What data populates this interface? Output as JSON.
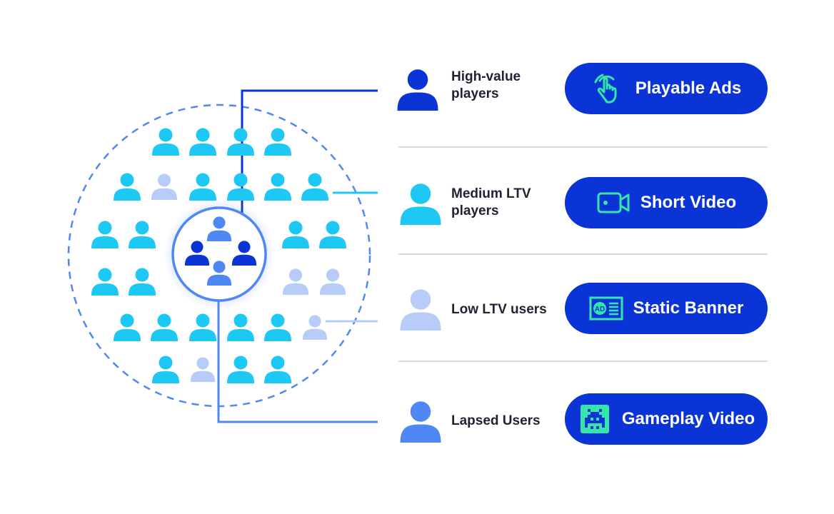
{
  "colors": {
    "high": "#0b34d6",
    "medium": "#1ec8f5",
    "low": "#b8ccf9",
    "lapsed": "#4f87f5",
    "accent": "#35e6a8",
    "divider": "#d7d9de",
    "ring": "#4f87f5"
  },
  "segments": [
    {
      "tier": "high",
      "label": "High-value\nplayers",
      "ad": "Playable Ads",
      "icon": "tap-hand-icon"
    },
    {
      "tier": "medium",
      "label": "Medium LTV\nplayers",
      "ad": "Short Video",
      "icon": "video-camera-icon"
    },
    {
      "tier": "low",
      "label": "Low LTV users",
      "ad": "Static Banner",
      "icon": "ad-banner-icon"
    },
    {
      "tier": "lapsed",
      "label": "Lapsed Users",
      "ad": "Gameplay Video",
      "icon": "game-invader-icon"
    }
  ],
  "crowd": [
    [
      "medium",
      "medium",
      "medium",
      "medium"
    ],
    [
      "medium",
      "low",
      "medium",
      "medium",
      "medium",
      "medium"
    ],
    [
      "medium",
      "medium",
      "medium",
      "medium"
    ],
    [
      "medium",
      "medium",
      "low",
      "low"
    ],
    [
      "medium",
      "medium",
      "medium",
      "medium",
      "medium",
      "low"
    ],
    [
      "medium",
      "low",
      "medium",
      "medium"
    ]
  ],
  "core": [
    "lapsed",
    "high",
    "high",
    "lapsed"
  ]
}
